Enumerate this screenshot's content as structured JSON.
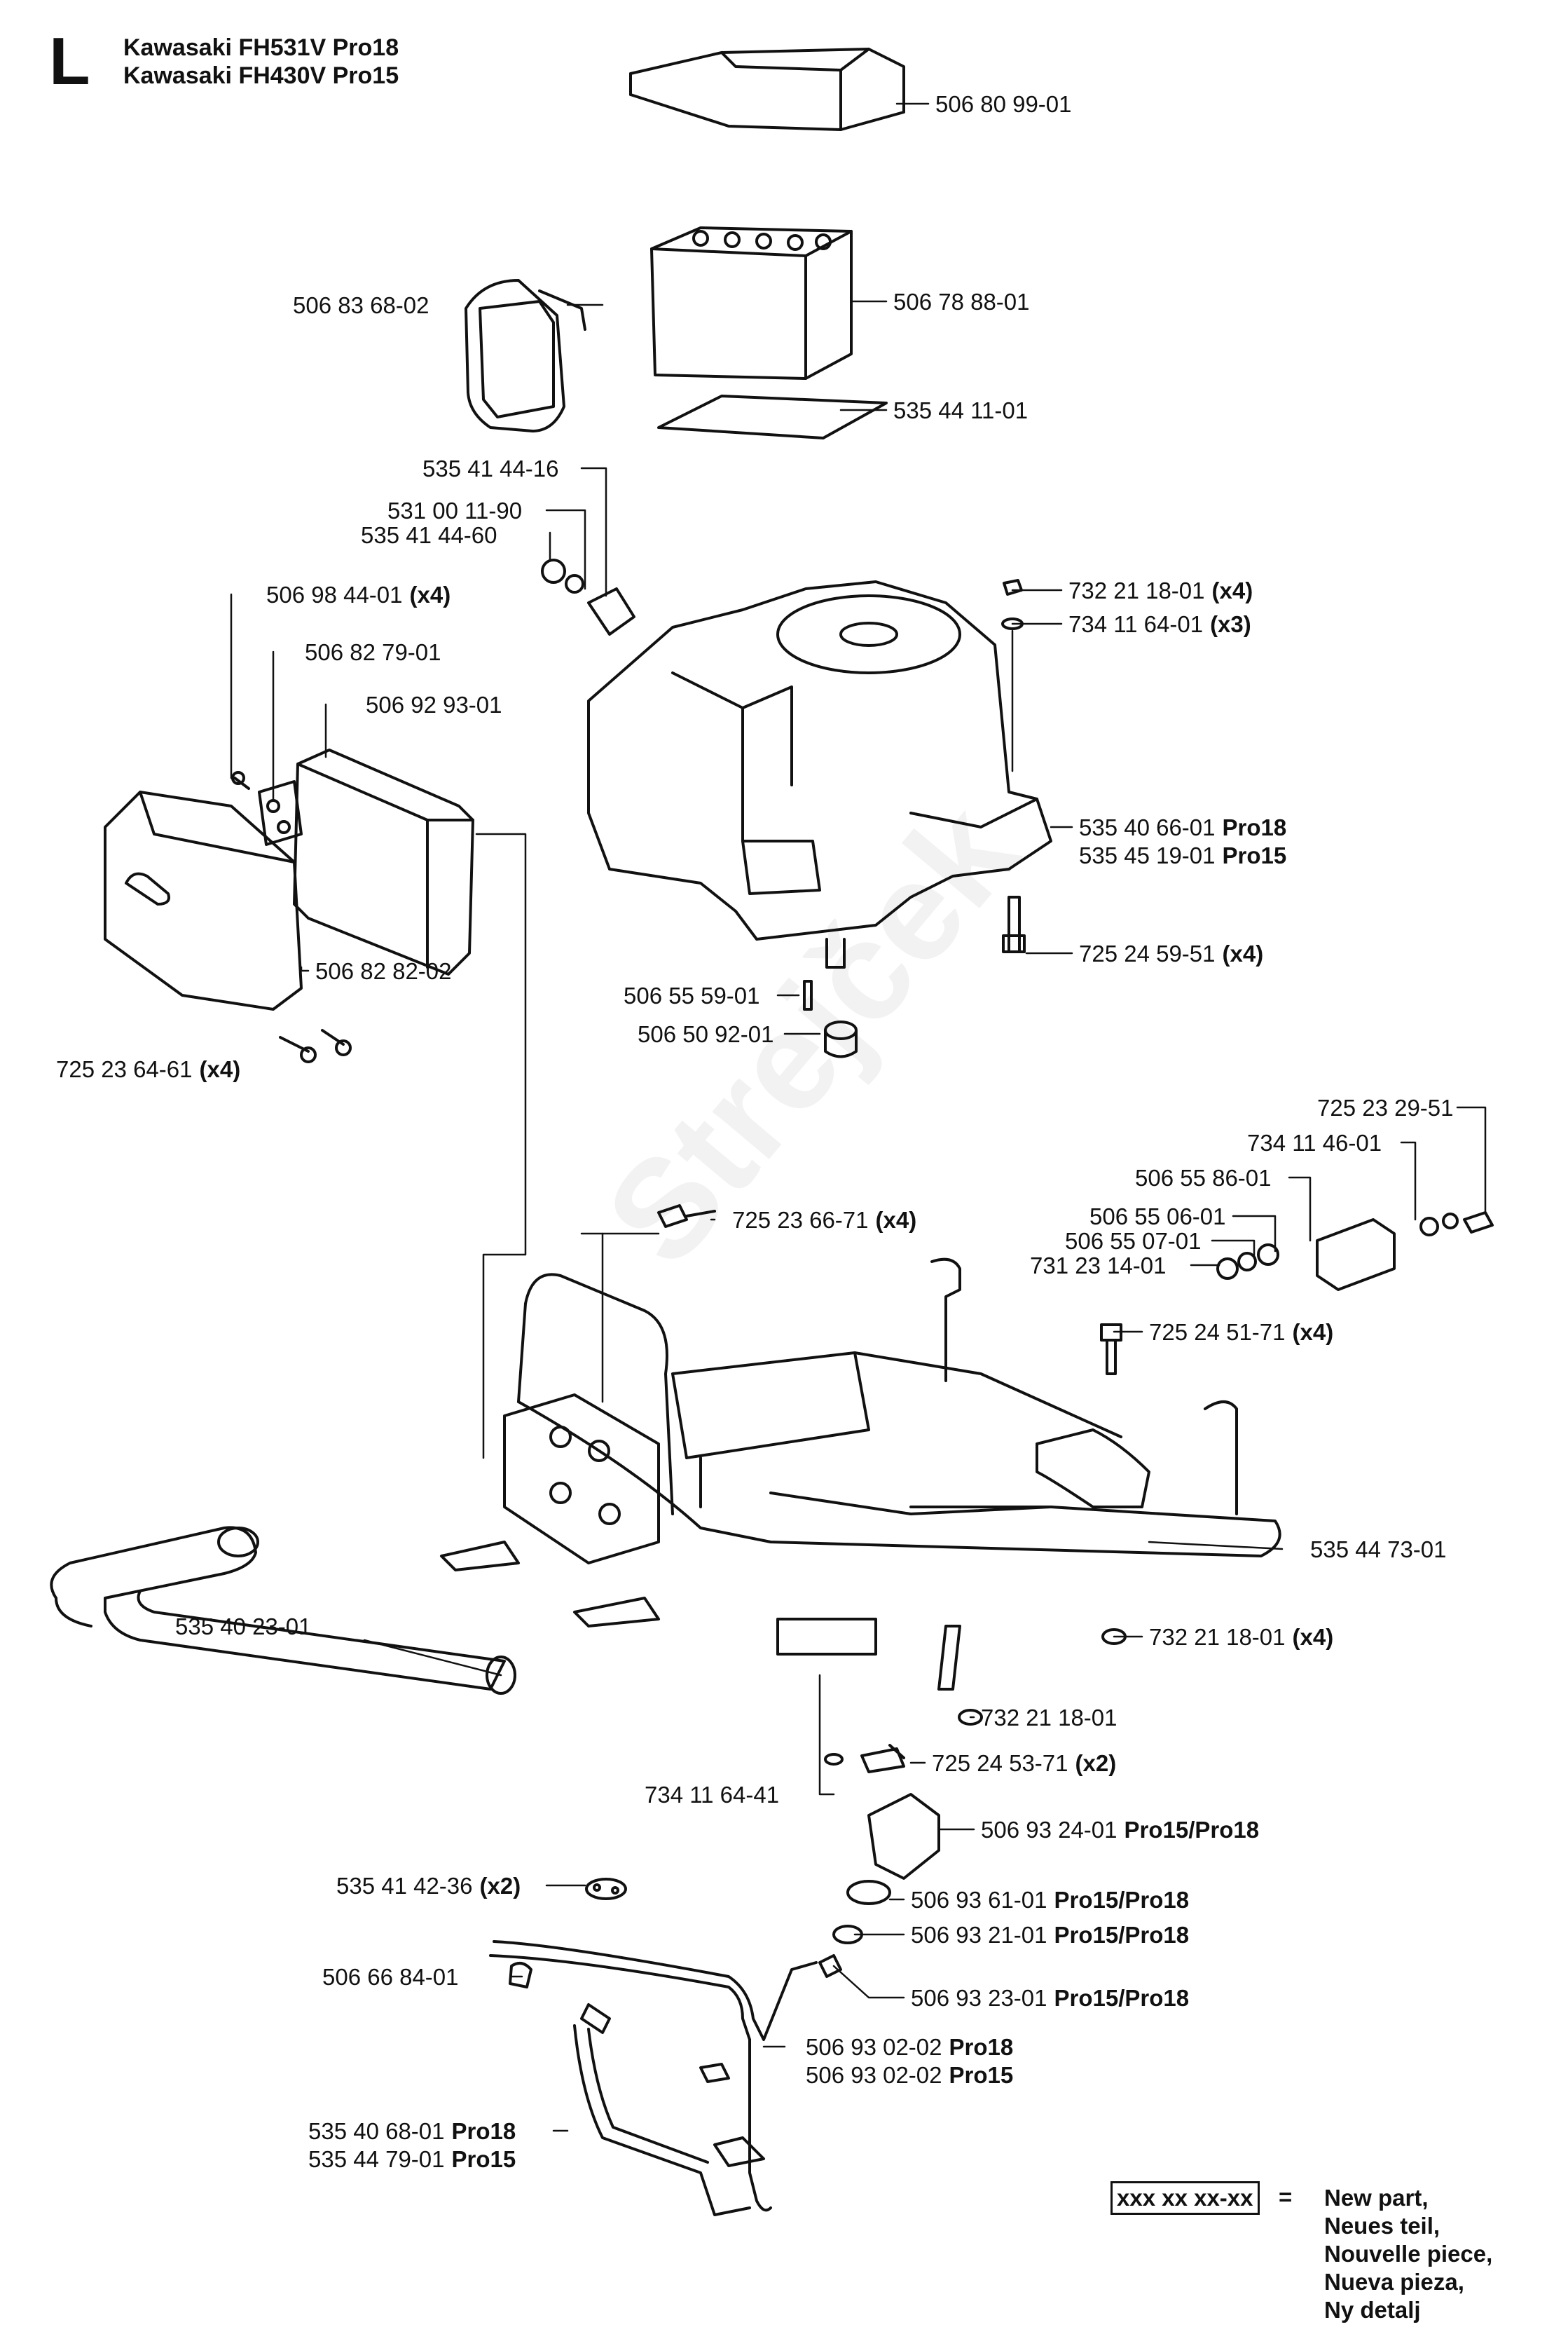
{
  "header": {
    "section_letter": "L",
    "models": [
      "Kawasaki FH531V  Pro18",
      "Kawasaki FH430V  Pro15"
    ]
  },
  "watermark": "Strejček",
  "parts": [
    {
      "num": "506 80 99-01",
      "qual": ""
    },
    {
      "num": "506 83 68-02",
      "qual": ""
    },
    {
      "num": "506 78 88-01",
      "qual": ""
    },
    {
      "num": "535 44 11-01",
      "qual": ""
    },
    {
      "num": "535 41 44-16",
      "qual": ""
    },
    {
      "num": "531 00 11-90",
      "qual": ""
    },
    {
      "num": "535 41 44-60",
      "qual": ""
    },
    {
      "num": "506 98 44-01",
      "qual": "(x4)"
    },
    {
      "num": "732 21 18-01",
      "qual": "(x4)"
    },
    {
      "num": "734 11 64-01",
      "qual": "(x3)"
    },
    {
      "num": "506 82 79-01",
      "qual": ""
    },
    {
      "num": "506 92 93-01",
      "qual": ""
    },
    {
      "num": "535 40 66-01",
      "qual": "Pro18"
    },
    {
      "num": "535 45 19-01",
      "qual": "Pro15"
    },
    {
      "num": "725 24 59-51",
      "qual": "(x4)"
    },
    {
      "num": "506 82 82-02",
      "qual": ""
    },
    {
      "num": "506 55 59-01",
      "qual": ""
    },
    {
      "num": "506 50 92-01",
      "qual": ""
    },
    {
      "num": "725 23 64-61",
      "qual": "(x4)"
    },
    {
      "num": "725 23 29-51",
      "qual": ""
    },
    {
      "num": "734 11 46-01",
      "qual": ""
    },
    {
      "num": "506 55 86-01",
      "qual": ""
    },
    {
      "num": "725 23 66-71",
      "qual": "(x4)"
    },
    {
      "num": "506 55 06-01",
      "qual": ""
    },
    {
      "num": "506 55 07-01",
      "qual": ""
    },
    {
      "num": "731 23 14-01",
      "qual": ""
    },
    {
      "num": "725 24 51-71",
      "qual": "(x4)"
    },
    {
      "num": "535 44 73-01",
      "qual": ""
    },
    {
      "num": "535 40 23-01",
      "qual": ""
    },
    {
      "num": "732 21 18-01",
      "qual": "(x4)"
    },
    {
      "num": "732 21 18-01",
      "qual": ""
    },
    {
      "num": "725 24 53-71",
      "qual": "(x2)"
    },
    {
      "num": "734 11 64-41",
      "qual": ""
    },
    {
      "num": "506 93 24-01",
      "qual": "Pro15/Pro18"
    },
    {
      "num": "535 41 42-36",
      "qual": "(x2)"
    },
    {
      "num": "506 93 61-01",
      "qual": "Pro15/Pro18"
    },
    {
      "num": "506 93 21-01",
      "qual": "Pro15/Pro18"
    },
    {
      "num": "506 93 23-01",
      "qual": "Pro15/Pro18"
    },
    {
      "num": "506 66 84-01",
      "qual": ""
    },
    {
      "num": "506 93 02-02",
      "qual": "Pro18"
    },
    {
      "num": "506 93 02-02",
      "qual": "Pro15"
    },
    {
      "num": "535 40 68-01",
      "qual": "Pro18"
    },
    {
      "num": "535 44 79-01",
      "qual": "Pro15"
    }
  ],
  "legend": {
    "placeholder": "xxx xx xx-xx",
    "equals": "=",
    "lines": [
      "New part,",
      "Neues teil,",
      "Nouvelle piece,",
      "Nueva pieza,",
      "Ny detalj"
    ]
  }
}
